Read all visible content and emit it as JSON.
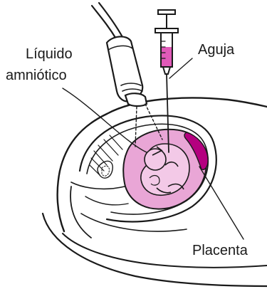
{
  "labels": {
    "fluid_line1": "Líquido",
    "fluid_line2": "amniótico",
    "needle": "Aguja",
    "placenta": "Placenta"
  },
  "colors": {
    "fluid": "#e9a6d6",
    "fluid_light": "#f3c9e7",
    "placenta": "#b4007f",
    "needle_fluid": "#e05ab8",
    "ink": "#1a1a1a"
  },
  "icons": [
    "ultrasound-probe-icon",
    "syringe-icon",
    "fetus-icon"
  ]
}
